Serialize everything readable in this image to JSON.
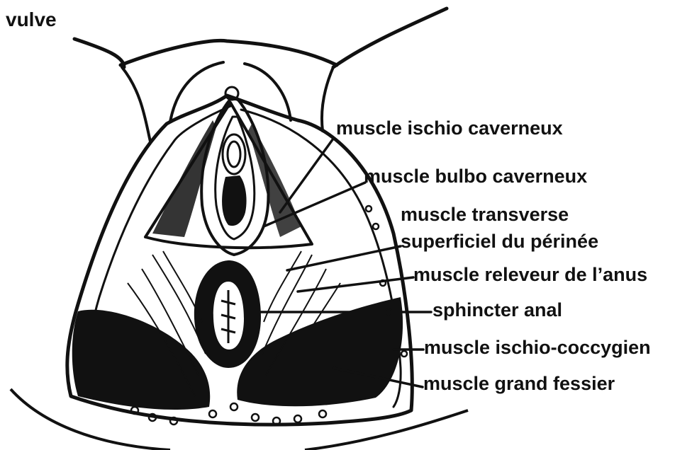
{
  "title": "vulve",
  "labels": [
    {
      "id": "ischio-caverneux",
      "lines": [
        "muscle ischio caverneux"
      ]
    },
    {
      "id": "bulbo-caverneux",
      "lines": [
        "muscle bulbo caverneux"
      ]
    },
    {
      "id": "transverse-superficiel",
      "lines": [
        "muscle transverse",
        "superficiel du périnée"
      ]
    },
    {
      "id": "releveur-anus",
      "lines": [
        "muscle releveur de l’anus"
      ]
    },
    {
      "id": "sphincter-anal",
      "lines": [
        "sphincter anal"
      ]
    },
    {
      "id": "ischio-coccygien",
      "lines": [
        "muscle ischio-coccygien"
      ]
    },
    {
      "id": "grand-fessier",
      "lines": [
        "muscle grand fessier"
      ]
    }
  ],
  "colors": {
    "ink": "#111111",
    "paper": "#ffffff"
  }
}
